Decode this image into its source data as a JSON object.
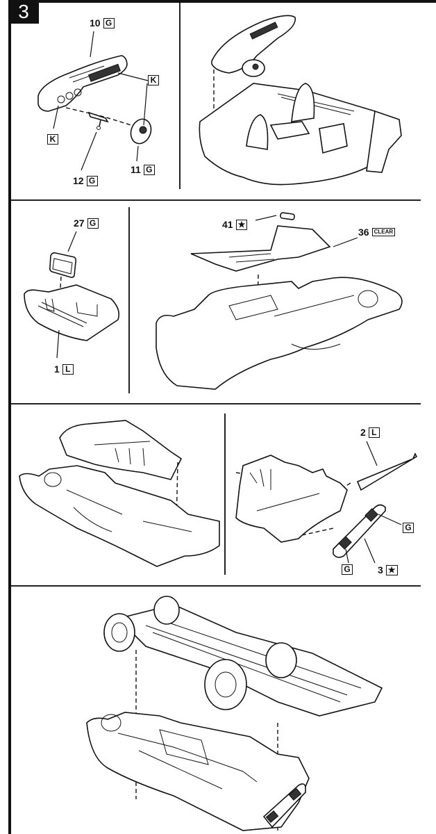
{
  "step": {
    "number": "3"
  },
  "panels": [
    {
      "id": "dashboard-parts",
      "callouts": [
        {
          "part": "10",
          "tag": "G"
        },
        {
          "part": "",
          "tag": "K"
        },
        {
          "part": "",
          "tag": "K"
        },
        {
          "part": "12",
          "tag": "G"
        },
        {
          "part": "11",
          "tag": "G"
        }
      ],
      "parts": [
        "dashboard",
        "steering-column",
        "steering-wheel"
      ]
    },
    {
      "id": "dashboard-to-interior",
      "callouts": [],
      "parts": [
        "dashboard-assembly",
        "interior-tub",
        "seats"
      ]
    },
    {
      "id": "console-insert",
      "callouts": [
        {
          "part": "27",
          "tag": "G"
        },
        {
          "part": "1",
          "tag": "L"
        }
      ],
      "parts": [
        "console-insert",
        "body-rear-section"
      ]
    },
    {
      "id": "rear-window-mirror",
      "callouts": [
        {
          "part": "41",
          "tag": "★"
        },
        {
          "part": "36",
          "tag": "CLEAR"
        }
      ],
      "parts": [
        "rear-view-mirror",
        "windshield",
        "body-shell"
      ]
    },
    {
      "id": "interior-to-body",
      "callouts": [],
      "parts": [
        "interior-tub",
        "body-shell"
      ]
    },
    {
      "id": "rocker-and-taillight",
      "callouts": [
        {
          "part": "2",
          "tag": "L"
        },
        {
          "part": "",
          "tag": "G"
        },
        {
          "part": "",
          "tag": "G"
        },
        {
          "part": "3",
          "tag": "★"
        }
      ],
      "parts": [
        "rocker-panel",
        "tail-light-panel",
        "body-rear"
      ]
    },
    {
      "id": "chassis-to-body",
      "callouts": [],
      "parts": [
        "chassis",
        "body-assembly"
      ]
    }
  ]
}
